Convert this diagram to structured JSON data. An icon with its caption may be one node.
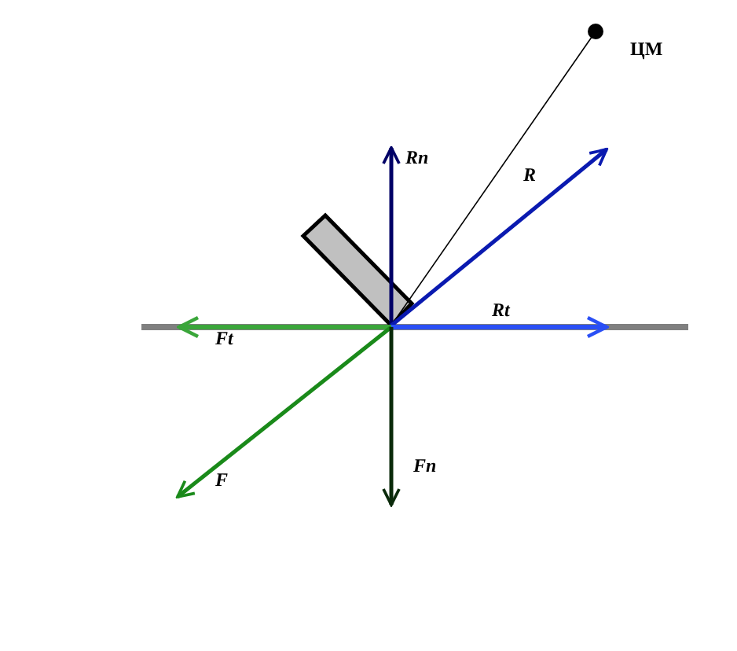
{
  "diagram": {
    "labels": [
      "ЦМ",
      "Rn",
      "R",
      "Rt",
      "Ft",
      "Fn",
      "F"
    ]
  }
}
